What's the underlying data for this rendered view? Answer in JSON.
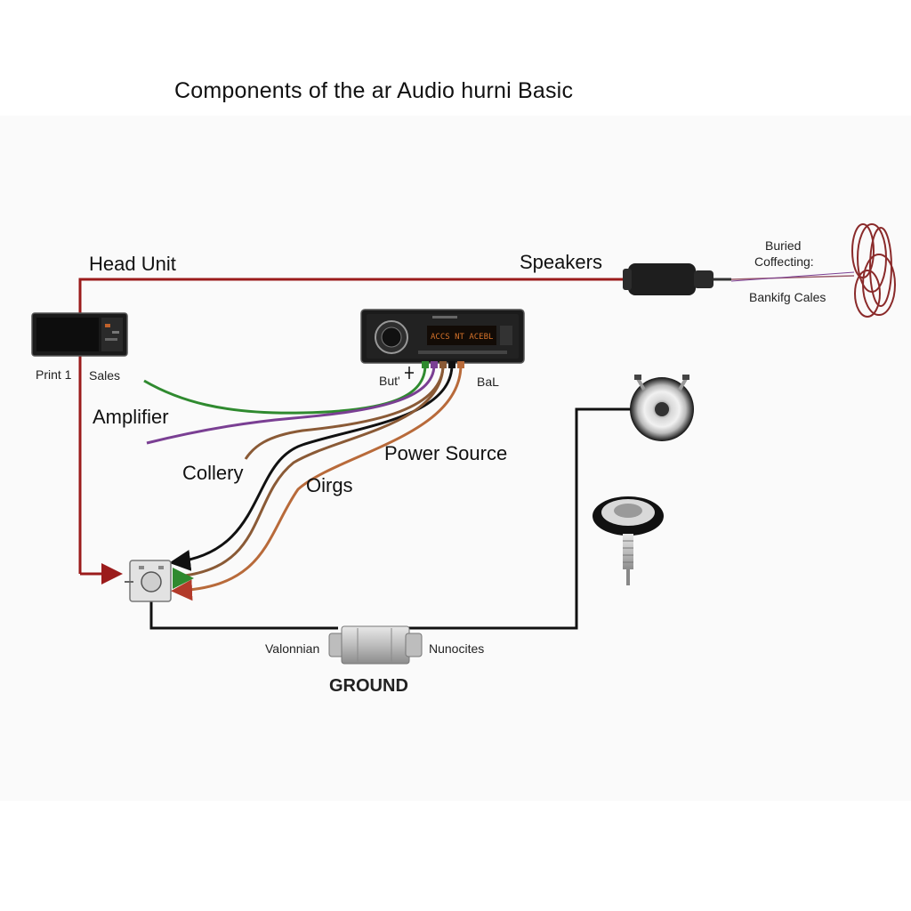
{
  "diagram": {
    "title": "Components of the ar Audio hurni Basic",
    "labels": {
      "head_unit": "Head Unit",
      "speakers": "Speakers",
      "buried": "Buried",
      "collecting": "Coffecting:",
      "banking_cables": "Bankifg Cales",
      "print": "Print 1",
      "sales": "Sales",
      "but": "But'",
      "bal": "BaL",
      "amplifier": "Amplifier",
      "power_source": "Power Source",
      "collery": "Collery",
      "oirgs": "Oirgs",
      "valonnian": "Valonnian",
      "nunocites": "Nunocites",
      "ground": "GROUND"
    },
    "head_unit_display": "ACCS NT ACEBL"
  },
  "colors": {
    "red_wire": "#9b1b1b",
    "black_wire": "#111111",
    "green_wire": "#2f8a2f",
    "purple_wire": "#7a3f93",
    "brown_wire": "#8a5a36",
    "orange_wire": "#b86a3a",
    "display_amber": "#d4722a"
  }
}
